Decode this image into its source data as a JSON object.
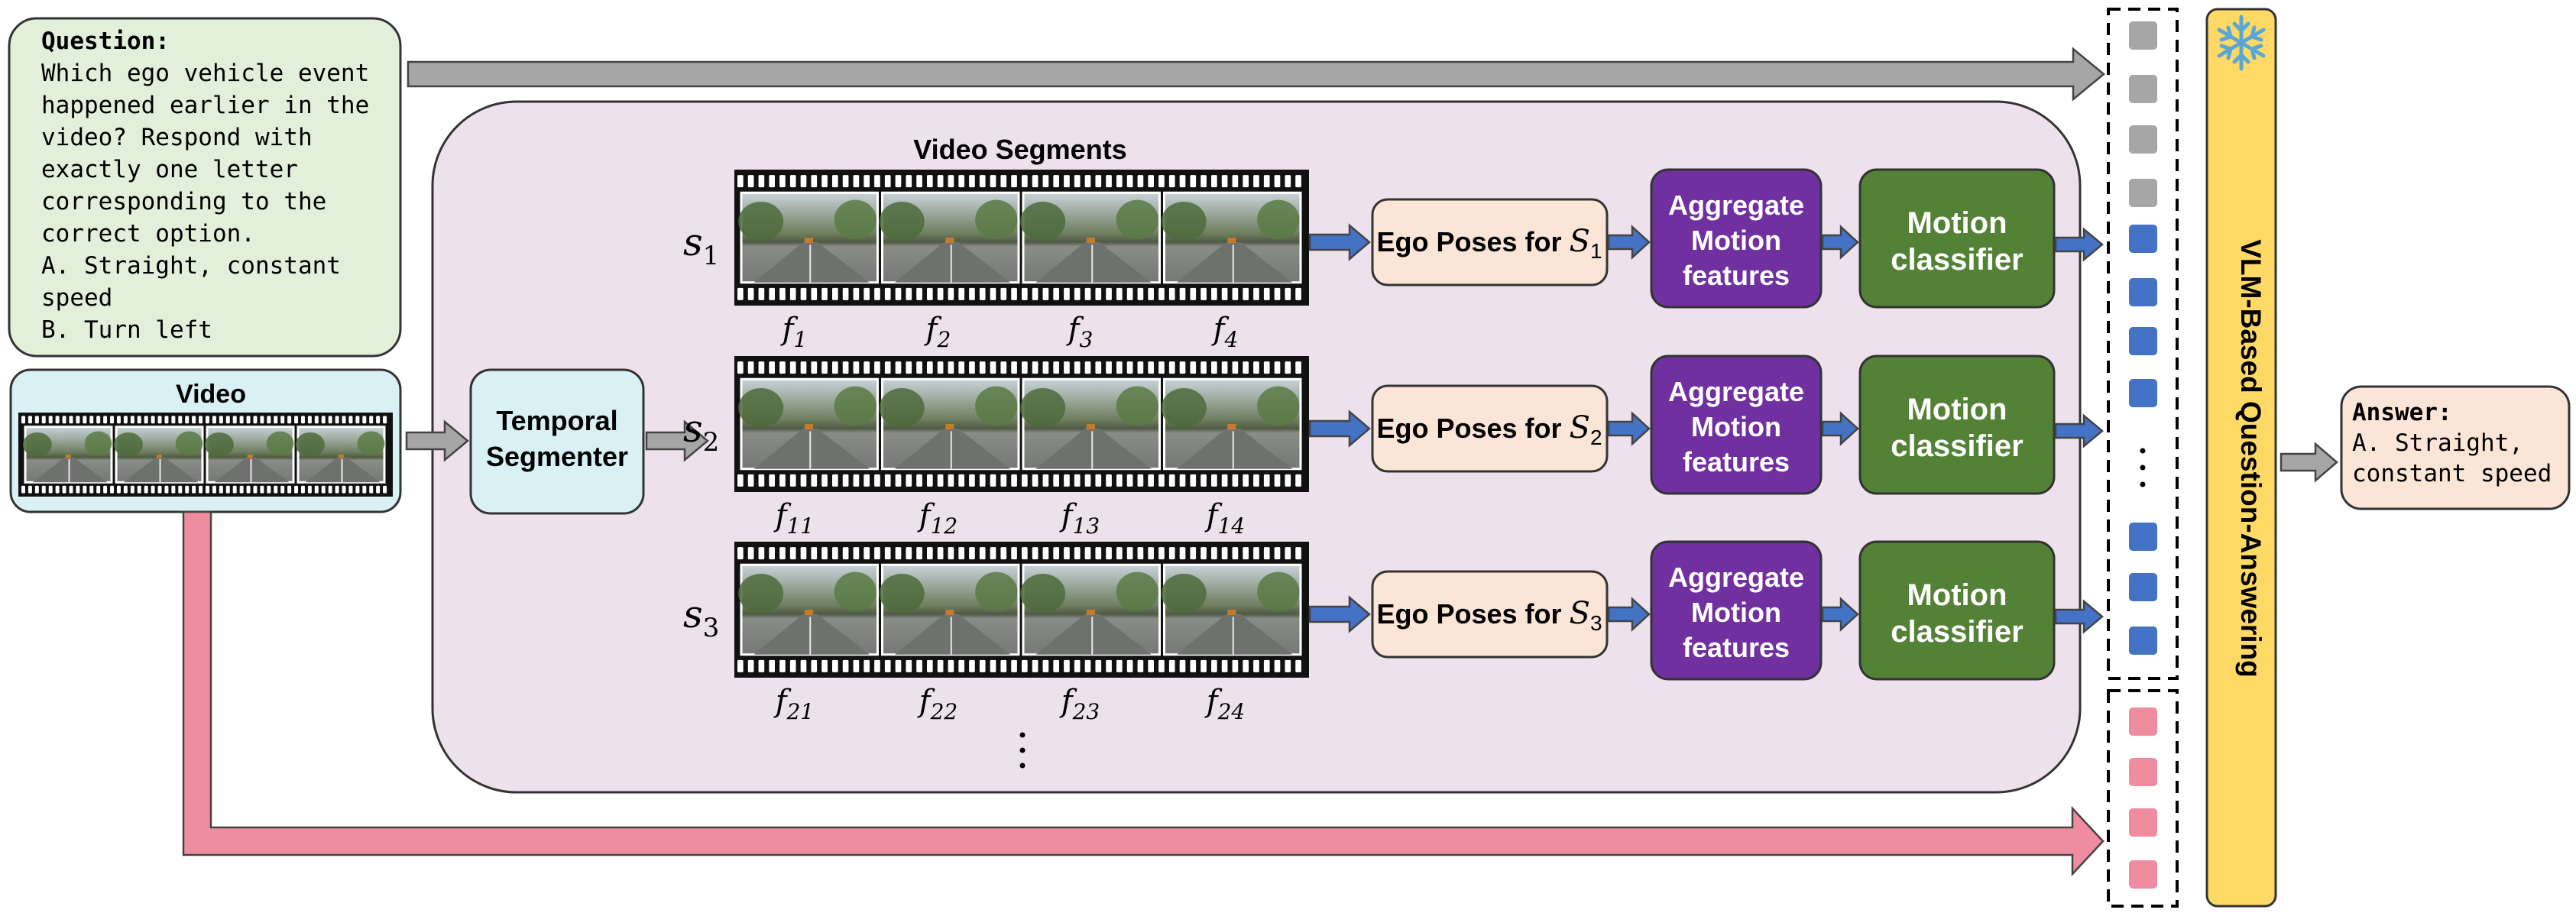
{
  "question": {
    "heading": "Question:",
    "lines": [
      "Which ego vehicle event",
      "happened earlier in the",
      "video? Respond with",
      "exactly one letter",
      "corresponding to the",
      "correct option.",
      "A. Straight, constant",
      "speed",
      "B. Turn left"
    ]
  },
  "video_label": "Video",
  "segmenter_label": [
    "Temporal",
    "Segmenter"
  ],
  "segments_title": "Video Segments",
  "segments": [
    {
      "s_letter": "s",
      "s_sub": "1",
      "frames": [
        {
          "f": "f",
          "sub": "1"
        },
        {
          "f": "f",
          "sub": "2"
        },
        {
          "f": "f",
          "sub": "3"
        },
        {
          "f": "f",
          "sub": "4"
        }
      ],
      "pose_prefix": "Ego Poses for ",
      "pose_s": "S",
      "pose_sub": "1"
    },
    {
      "s_letter": "s",
      "s_sub": "2",
      "frames": [
        {
          "f": "f",
          "sub": "11"
        },
        {
          "f": "f",
          "sub": "12"
        },
        {
          "f": "f",
          "sub": "13"
        },
        {
          "f": "f",
          "sub": "14"
        }
      ],
      "pose_prefix": "Ego Poses for ",
      "pose_s": "S",
      "pose_sub": "2"
    },
    {
      "s_letter": "s",
      "s_sub": "3",
      "frames": [
        {
          "f": "f",
          "sub": "21"
        },
        {
          "f": "f",
          "sub": "22"
        },
        {
          "f": "f",
          "sub": "23"
        },
        {
          "f": "f",
          "sub": "24"
        }
      ],
      "pose_prefix": "Ego Poses for ",
      "pose_s": "S",
      "pose_sub": "3"
    }
  ],
  "aggregate_label": [
    "Aggregate",
    "Motion",
    "features"
  ],
  "classifier_label": [
    "Motion",
    "classifier"
  ],
  "vlm_label": "VLM-Based Question-Answering",
  "answer": {
    "heading": "Answer:",
    "lines": [
      "A. Straight,",
      "constant speed"
    ]
  },
  "colors": {
    "question_bg": "#e2efda",
    "video_bg": "#d9f0f5",
    "segments_panel_bg": "#ede1eb",
    "ego_pose_bg": "#fbe5d6",
    "aggregate_bg": "#7030a0",
    "classifier_bg": "#538135",
    "vlm_bg": "#ffd966",
    "answer_bg": "#fbe5d6",
    "gray_token": "#a6a6a6",
    "blue_token": "#4472c4",
    "pink_token": "#f08ca0",
    "gray_arrow": "#a6a6a6",
    "pink_arrow": "#f08ca0",
    "blue_arrow": "#4472c4"
  },
  "icons": [
    "snowflake-icon"
  ]
}
